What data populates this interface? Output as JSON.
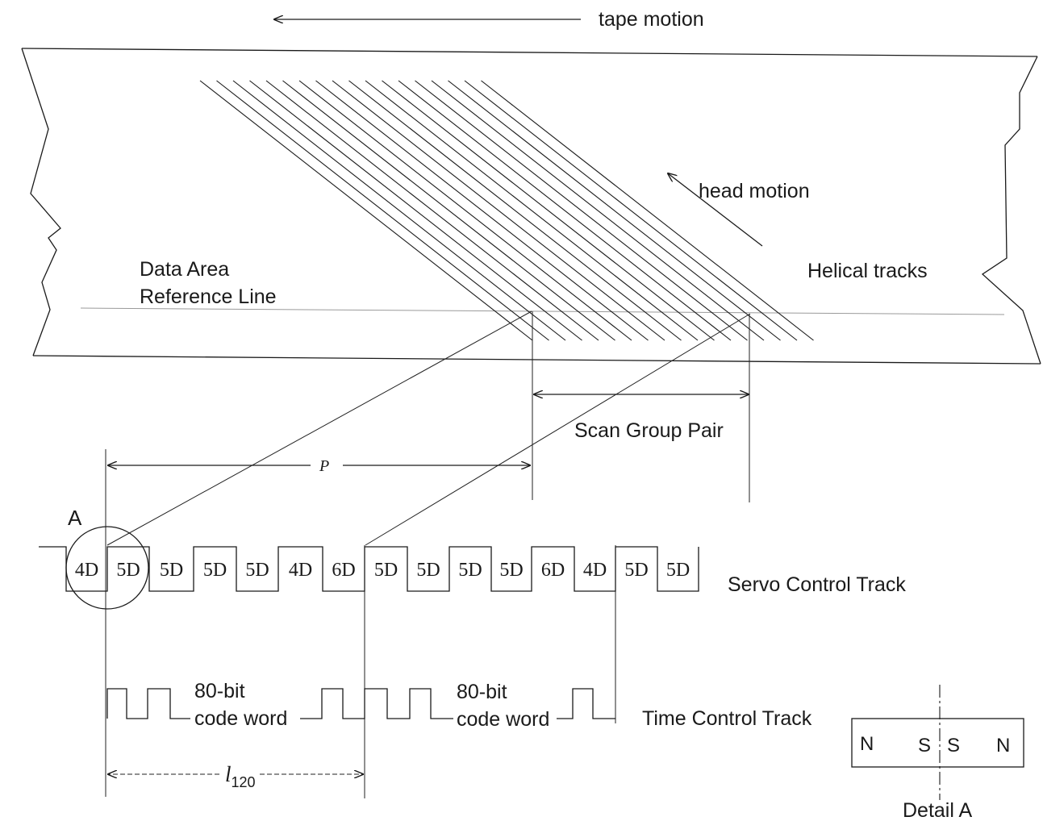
{
  "labels": {
    "tape_motion": "tape motion",
    "head_motion": "head motion",
    "data_area_ref_line": [
      "Data Area",
      "Reference Line"
    ],
    "helical_tracks": "Helical tracks",
    "scan_group_pair": "Scan Group Pair",
    "pitch": "P",
    "detail_marker": "A",
    "servo_control_track": "Servo Control Track",
    "time_control_track": "Time Control Track",
    "code_word_1": [
      "80-bit",
      "code word"
    ],
    "code_word_2": [
      "80-bit",
      "code word"
    ],
    "length_symbol": "l",
    "length_subscript": "120",
    "detail_title": "Detail A"
  },
  "servo_cells": [
    "4D",
    "5D",
    "5D",
    "5D",
    "5D",
    "4D",
    "6D",
    "5D",
    "5D",
    "5D",
    "5D",
    "6D",
    "4D",
    "5D",
    "5D"
  ],
  "detail_magnet": [
    "N",
    "S",
    "S",
    "N"
  ]
}
